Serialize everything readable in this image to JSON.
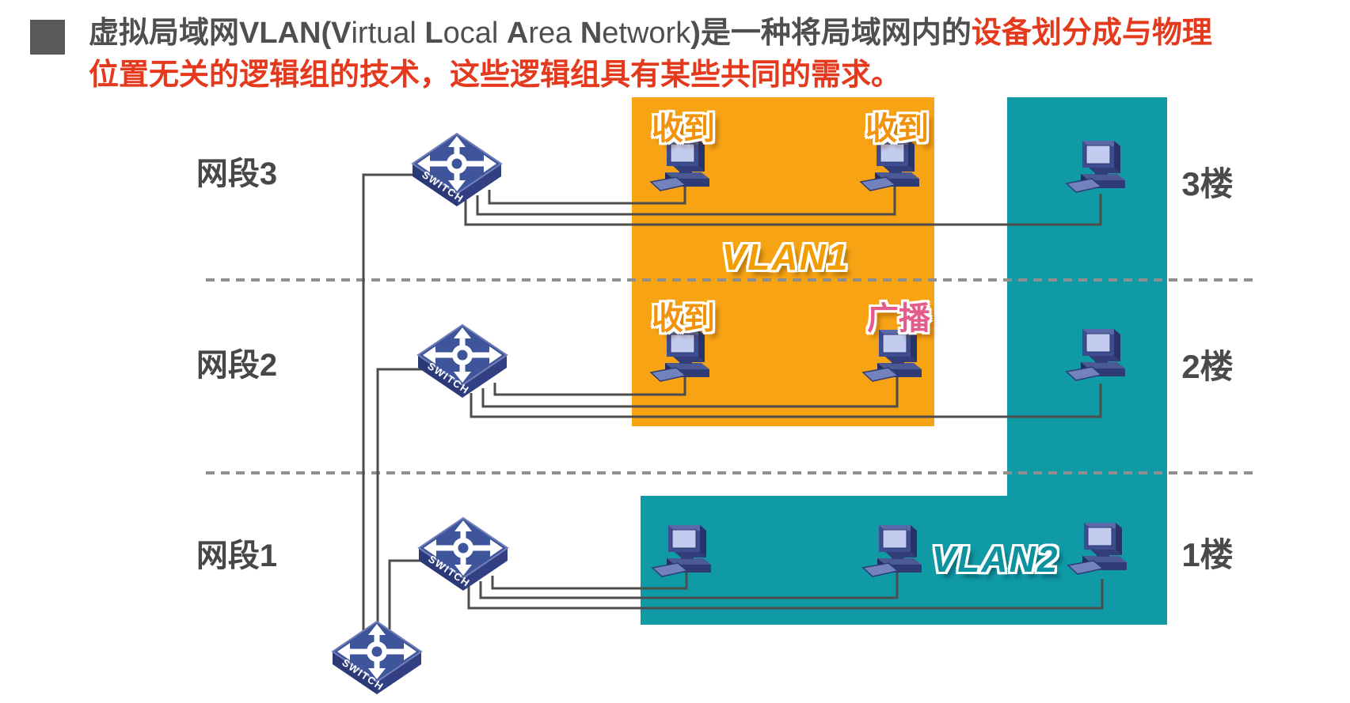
{
  "title": {
    "line1": {
      "cn_lead": "虚拟局域网VLAN(",
      "en_v": "V",
      "en_v_rest": "irtual ",
      "en_l": "L",
      "en_l_rest": "ocal ",
      "en_a": "A",
      "en_a_rest": "rea ",
      "en_n": "N",
      "en_n_rest": "etwork",
      "cn_mid": ")是一种将局域网内的",
      "red_tail": "设备划分成与物理"
    },
    "line2": "位置无关的逻辑组的技术，这些逻辑组具有某些共同的需求。"
  },
  "network_segments": {
    "seg3": "网段3",
    "seg2": "网段2",
    "seg1": "网段1"
  },
  "floors": {
    "f3": "3楼",
    "f2": "2楼",
    "f1": "1楼"
  },
  "vlan_regions": {
    "vlan1": "VLAN1",
    "vlan2": "VLAN2"
  },
  "packet_labels": {
    "received": "收到",
    "broadcast": "广播"
  },
  "device_labels": {
    "switch": "SWITCH"
  },
  "colors": {
    "vlan1_background": "#F7A314",
    "vlan2_background": "#0F9AA6",
    "title_dark": "#4F4F4F",
    "title_red": "#E5391D",
    "received_text": "#F2930D",
    "broadcast_text": "#E45C8C",
    "cable": "#4D4D4D",
    "divider": "#8F8F8F",
    "switch_blue": "#3E549B",
    "pc_navy": "#3E4C90"
  }
}
